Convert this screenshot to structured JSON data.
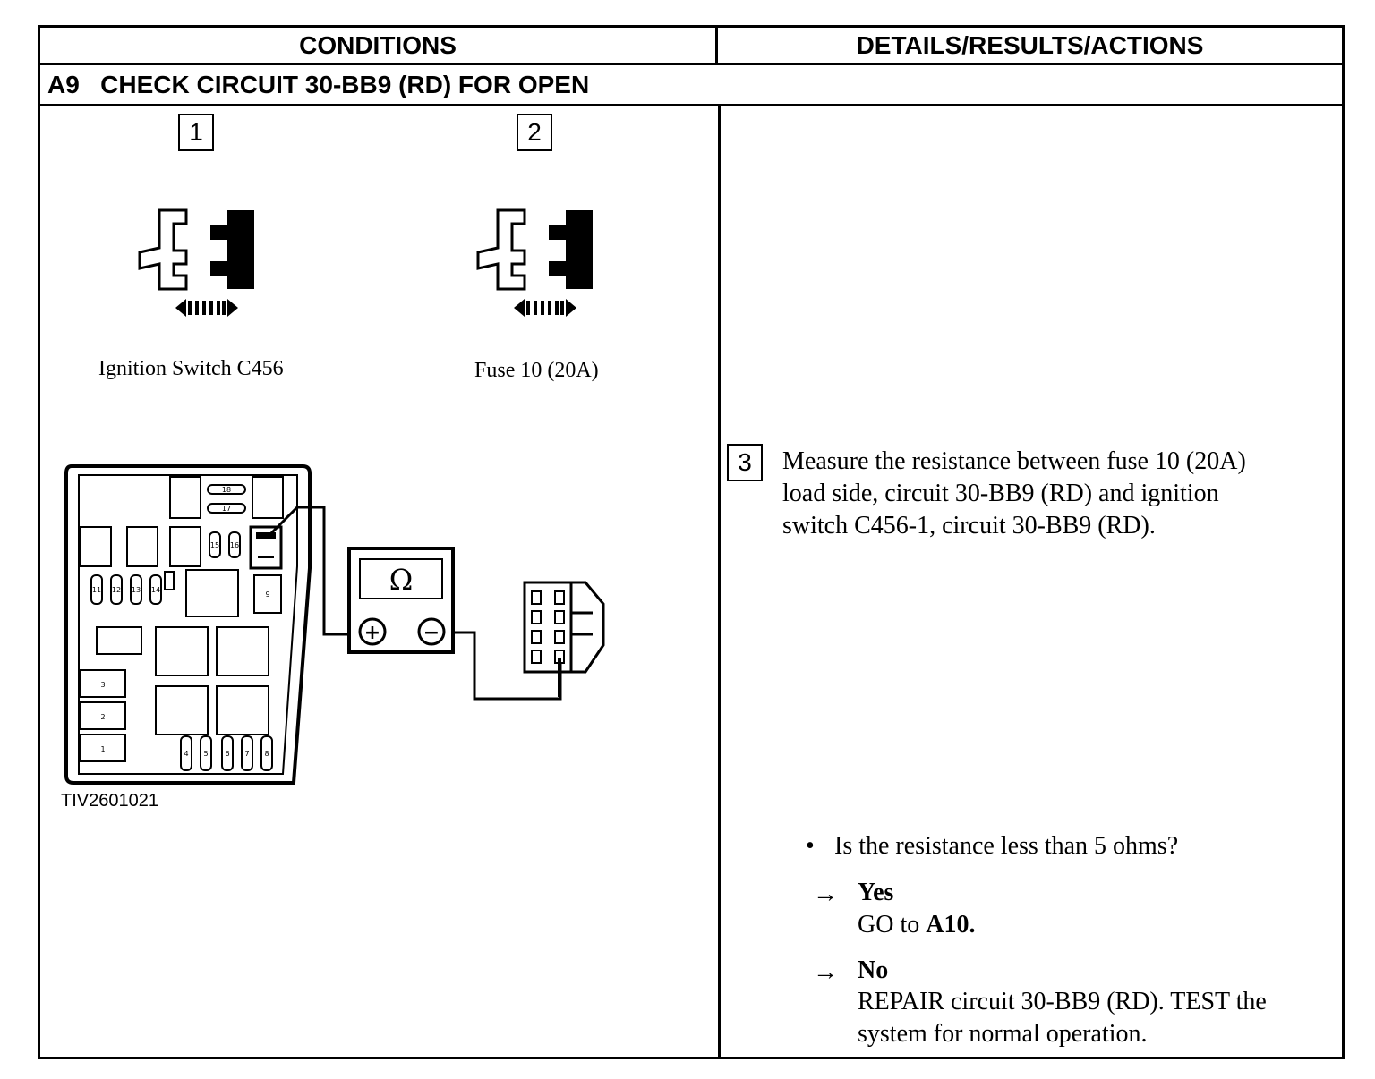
{
  "header": {
    "conditions": "CONDITIONS",
    "details": "DETAILS/RESULTS/ACTIONS"
  },
  "step": {
    "id": "A9",
    "title": "CHECK CIRCUIT 30-BB9 (RD) FOR OPEN"
  },
  "figures": {
    "step1_number": "1",
    "step2_number": "2",
    "step1_caption": "Ignition Switch C456",
    "step2_caption": "Fuse 10 (20A)",
    "ohm_symbol": "Ω",
    "plus": "+",
    "minus": "−",
    "fuse_labels": [
      "18",
      "17",
      "15",
      "16",
      "11",
      "12",
      "13",
      "14",
      "9",
      "3",
      "2",
      "1",
      "4",
      "5",
      "6",
      "7",
      "8"
    ],
    "figure_id": "TIV2601021"
  },
  "actions": {
    "step3_number": "3",
    "step3_line1": "Measure the resistance between fuse 10 (20A)",
    "step3_line2": "load side, circuit 30-BB9 (RD) and ignition",
    "step3_line3": "switch C456-1, circuit 30-BB9 (RD).",
    "bullet": "•",
    "question": "Is the resistance less than 5 ohms?",
    "arrow": "→",
    "yes_label": "Yes",
    "yes_action_prefix": "GO to ",
    "yes_action_target": "A10.",
    "no_label": "No",
    "no_action_line1": "REPAIR circuit 30-BB9 (RD). TEST the",
    "no_action_line2": "system for normal operation."
  }
}
